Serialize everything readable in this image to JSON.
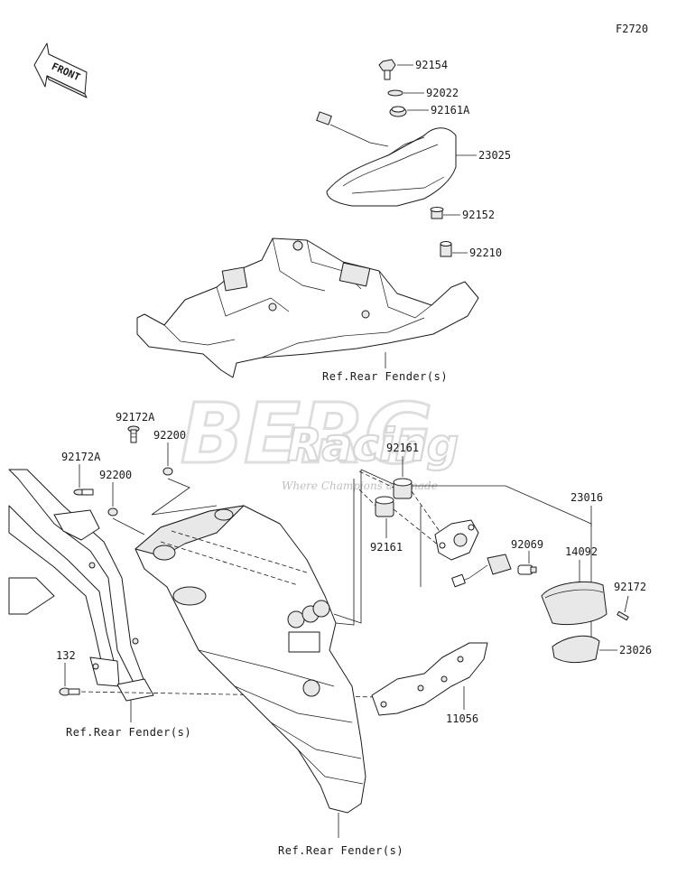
{
  "figure_code": "F2720",
  "front_arrow_label": "FRONT",
  "watermark": {
    "brand": "BERG",
    "sub": "Racing",
    "tagline": "Where Champions are made"
  },
  "part_labels": {
    "p92154": "92154",
    "p92022": "92022",
    "p92161A": "92161A",
    "p23025": "23025",
    "p92152": "92152",
    "p92210": "92210",
    "p92172A_1": "92172A",
    "p92200_1": "92200",
    "p92172A_2": "92172A",
    "p92200_2": "92200",
    "p92161_top": "92161",
    "p92161_bottom": "92161",
    "p23016": "23016",
    "p92069": "92069",
    "p14092": "14092",
    "p92172": "92172",
    "p23026": "23026",
    "p132": "132",
    "p11056": "11056"
  },
  "references": {
    "ref_top": "Ref.Rear Fender(s)",
    "ref_left": "Ref.Rear Fender(s)",
    "ref_bottom": "Ref.Rear Fender(s)"
  }
}
